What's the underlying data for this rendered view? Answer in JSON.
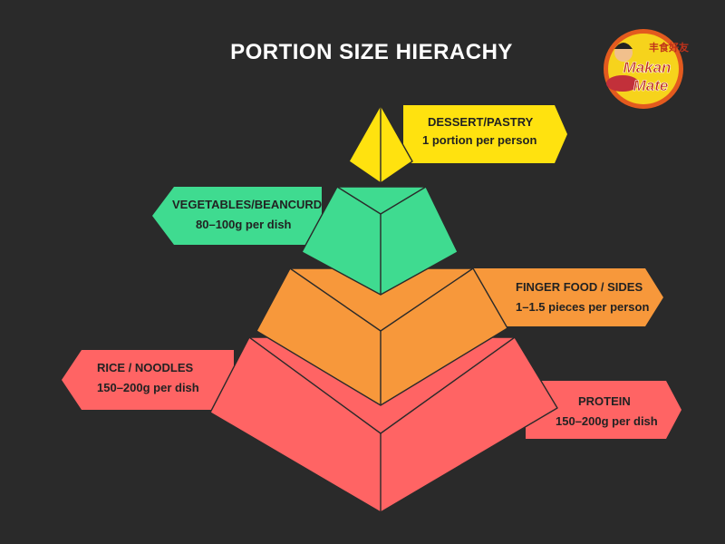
{
  "title": "PORTION SIZE HIERACHY",
  "logo": {
    "chinese_text": "丰食好友",
    "name_line1": "Makan",
    "name_line2": "Mate",
    "colors": {
      "ring": "#e35a1e",
      "fill": "#f6d31c",
      "text": "#c0311a"
    }
  },
  "colors": {
    "background": "#2a2a2a",
    "dessert": "#ffe20f",
    "vegetables": "#3fdb90",
    "finger_food": "#f7983b",
    "rice": "#ff6464",
    "protein": "#ff6464",
    "outline": "#2a2a2a"
  },
  "tiers": [
    {
      "id": "dessert",
      "category": "DESSERT/PASTRY",
      "portion": "1 portion per person"
    },
    {
      "id": "vegetables",
      "category": "VEGETABLES/BEANCURD",
      "portion": "80–100g per dish"
    },
    {
      "id": "finger_food",
      "category": "FINGER FOOD / SIDES",
      "portion": "1–1.5 pieces per person"
    },
    {
      "id": "rice",
      "category": "RICE / NOODLES",
      "portion": "150–200g per dish"
    },
    {
      "id": "protein",
      "category": "PROTEIN",
      "portion": "150–200g per dish"
    }
  ]
}
